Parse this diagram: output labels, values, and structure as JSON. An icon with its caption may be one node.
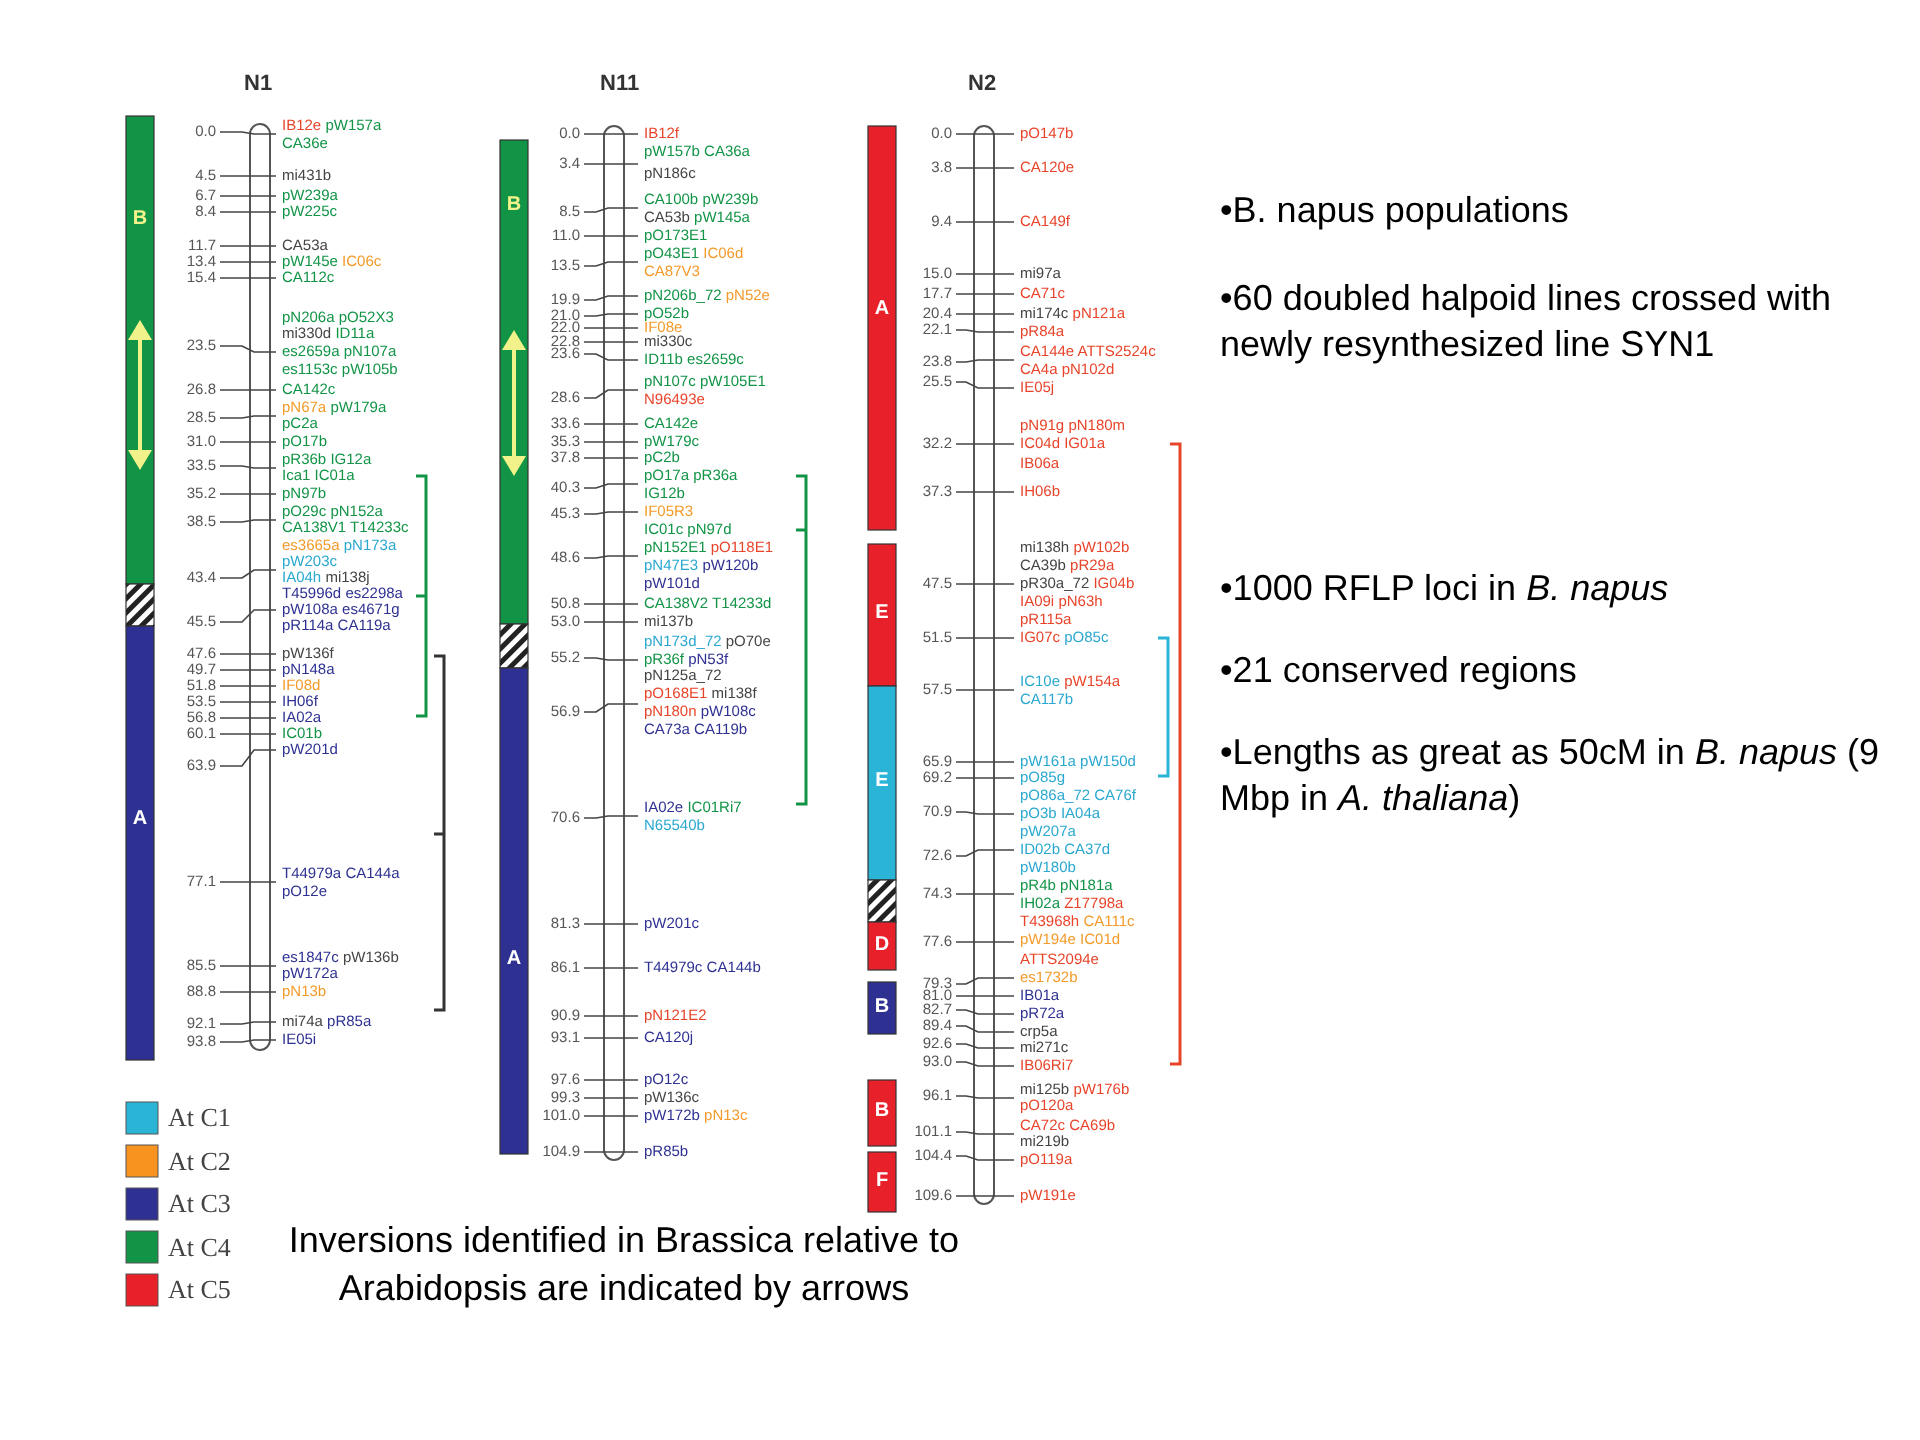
{
  "diagram": {
    "caption": "Inversions identified in Brassica relative to Arabidopsis are indicated by arrows",
    "labels": [
      "N1",
      "B",
      "A",
      "0.0",
      "4.5",
      "6.7",
      "8.4",
      "11.7",
      "13.4",
      "15.4",
      "23.5",
      "26.8",
      "28.5",
      "31.0",
      "33.5",
      "35.2",
      "38.5",
      "43.4",
      "45.5",
      "47.6",
      "49.7",
      "51.8",
      "53.5",
      "56.8",
      "60.1",
      "63.9",
      "77.1",
      "85.5",
      "88.8",
      "92.1",
      "93.8",
      "IB12e pW157a",
      "CA36e",
      "mi431b",
      "pW239a",
      "pW225c",
      "CA53a",
      "pW145e IC06c",
      "CA112c",
      "pN206a pO52X3",
      "mi330d ID11a",
      "es2659a pN107a",
      "es1153c pW105b",
      "CA142c",
      "pN67a pW179a",
      "pC2a",
      "pO17b",
      "pR36b IG12a",
      "Ica1 IC01a",
      "pN97b",
      "pO29c pN152a",
      "CA138V1 T14233c",
      "es3665a pN173a",
      "pW203c",
      "IA04h mi138j",
      "T45996d es2298a",
      "pW108a es4671g",
      "pR114a CA119a",
      "pW136f",
      "pN148a",
      "IF08d",
      "IH06f",
      "IA02a",
      "IC01b",
      "pW201d",
      "T44979a CA144a",
      "pO12e",
      "es1847c pW136b",
      "pW172a",
      "pN13b",
      "mi74a pR85a",
      "IE05i",
      "N11",
      "B",
      "A",
      "0.0",
      "3.4",
      "8.5",
      "11.0",
      "13.5",
      "19.9",
      "21.0",
      "22.0",
      "22.8",
      "23.6",
      "28.6",
      "33.6",
      "35.3",
      "37.8",
      "40.3",
      "45.3",
      "48.6",
      "50.8",
      "53.0",
      "55.2",
      "56.9",
      "70.6",
      "81.3",
      "86.1",
      "90.9",
      "93.1",
      "97.6",
      "99.3",
      "101.0",
      "104.9",
      "IB12f",
      "pW157b CA36a",
      "pN186c",
      "CA100b pW239b",
      "CA53b pW145a",
      "pO173E1",
      "pO43E1 IC06d",
      "CA87V3",
      "pN206b_72 pN52e",
      "pO52b",
      "IF08e",
      "mi330c",
      "ID11b es2659c",
      "pN107c pW105E1",
      "N96493e",
      "CA142e",
      "pW179c",
      "pC2b",
      "pO17a pR36a",
      "IG12b",
      "IF05R3",
      "IC01c pN97d",
      "pN152E1 pO118E1",
      "pN47E3 pW120b",
      "pW101d",
      "CA138V2 T14233d",
      "mi137b",
      "pN173d_72 pO70e",
      "pR36f pN53f",
      "pN125a_72",
      "pO168E1 mi138f",
      "pN180n pW108c",
      "CA73a CA119b",
      "IA02e IC01Ri7",
      "N65540b",
      "pW201c",
      "T44979c CA144b",
      "pN121E2",
      "CA120j",
      "pO12c",
      "pW136c",
      "pW172b pN13c",
      "pR85b",
      "N2",
      "A",
      "E",
      "E",
      "D",
      "B",
      "B",
      "F",
      "0.0",
      "3.8",
      "9.4",
      "15.0",
      "17.7",
      "20.4",
      "22.1",
      "23.8",
      "25.5",
      "32.2",
      "37.3",
      "47.5",
      "51.5",
      "57.5",
      "65.9",
      "69.2",
      "70.9",
      "72.6",
      "74.3",
      "77.6",
      "79.3",
      "81.0",
      "82.7",
      "89.4",
      "92.6",
      "93.0",
      "96.1",
      "101.1",
      "104.4",
      "109.6",
      "pO147b",
      "CA120e",
      "CA149f",
      "mi97a",
      "CA71c",
      "mi174c pN121a",
      "pR84a",
      "CA144e ATTS2524c",
      "CA4a pN102d",
      "IE05j",
      "pN91g pN180m",
      "IC04d IG01a",
      "IB06a",
      "IH06b",
      "mi138h pW102b",
      "CA39b pR29a",
      "pR30a_72 IG04b",
      "IA09i pN63h",
      "pR115a",
      "IG07c pO85c",
      "IC10e pW154a",
      "CA117b",
      "pW161a pW150d",
      "pO85g",
      "pO86a_72 CA76f",
      "pO3b IA04a",
      "pW207a",
      "ID02b CA37d",
      "pW180b",
      "pR4b pN181a",
      "IH02a Z17798a",
      "T43968h CA111c",
      "pW194e IC01d",
      "ATTS2094e",
      "es1732b",
      "IB01a",
      "pR72a",
      "crp5a",
      "mi271c",
      "IB06Ri7",
      "mi125b pW176b",
      "pO120a",
      "CA72c CA69b",
      "mi219b",
      "pO119a",
      "pW191e",
      "•B. napus populations",
      "•60 doubled halpoid lines crossed with newly resynthesized line SYN1",
      "•1000 RFLP loci in *B. napus*",
      "•21 conserved regions",
      "•Lengths as great as 50cM in *B. napus* (9 Mbp in *A. thaliana*)"
    ],
    "legend": [
      {
        "text": "At C1",
        "color": "#2ab4d6"
      },
      {
        "text": "At C2",
        "color": "#f7931e"
      },
      {
        "text": "At C3",
        "color": "#2e3192"
      },
      {
        "text": "At C4",
        "color": "#129447"
      },
      {
        "text": "At C5",
        "color": "#e8202a"
      }
    ]
  }
}
